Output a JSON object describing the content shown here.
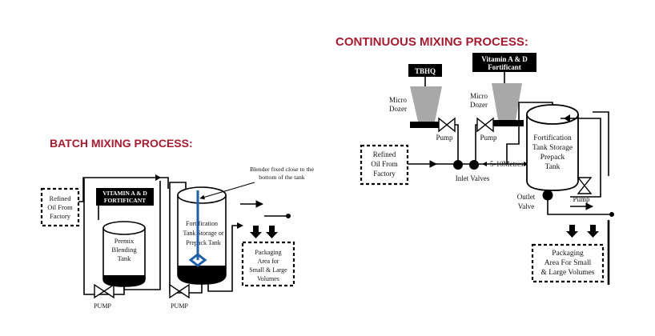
{
  "batch": {
    "title": "BATCH MIXING PROCESS:",
    "refined_oil": [
      "Refined",
      "Oil From",
      "Factory"
    ],
    "fortificant": [
      "VITAMIN A & D",
      "FORTIFICANT"
    ],
    "premix_tank": [
      "Premix",
      "Blending",
      "Tank"
    ],
    "storage_tank": [
      "Fortification",
      "Tank Storage or",
      "Prepack Tank"
    ],
    "blender_note": [
      "Blender fixed close to the",
      "bottom of the tank"
    ],
    "packaging": [
      "Packaging",
      "Area for",
      "Small & Large",
      "Volumes"
    ],
    "pump_label": "PUMP"
  },
  "continuous": {
    "title": "CONTINUOUS MIXING PROCESS:",
    "tbhq": "TBHQ",
    "fortificant": [
      "Vitamin A & D",
      "Fortificant"
    ],
    "micro_dozer": [
      "Micro",
      "Dozer"
    ],
    "pump_label": "Pump",
    "refined_oil": [
      "Refined",
      "Oil From",
      "Factory"
    ],
    "inlet_valves": "Inlet Valves",
    "distance": "5-10Metres",
    "storage_tank": [
      "Fortification",
      "Tank Storage",
      "Prepack",
      "Tank"
    ],
    "outlet_valve": [
      "Outlet",
      "Valve"
    ],
    "packaging": [
      "Packaging",
      "Area For Small",
      "& Large Volumes"
    ]
  },
  "colors": {
    "heading": "#a51c30",
    "hopper": "#a8a8a8",
    "blender": "#1f5fa8"
  }
}
